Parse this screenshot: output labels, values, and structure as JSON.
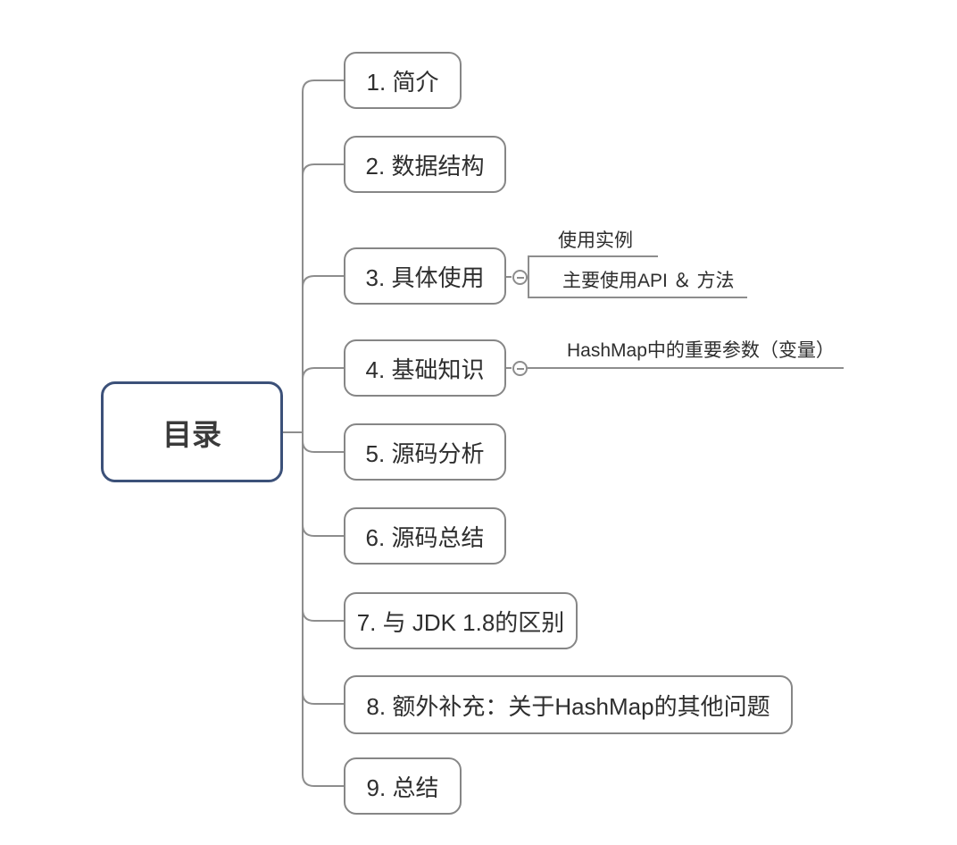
{
  "root": {
    "label": "目录"
  },
  "topics": [
    {
      "label": "1. 简介"
    },
    {
      "label": "2. 数据结构"
    },
    {
      "label": "3. 具体使用",
      "collapsed": false,
      "children": [
        {
          "label": "使用实例"
        },
        {
          "label": "主要使用API ＆ 方法"
        }
      ]
    },
    {
      "label": "4. 基础知识",
      "collapsed": false,
      "children": [
        {
          "label": "HashMap中的重要参数（变量）"
        }
      ]
    },
    {
      "label": "5. 源码分析"
    },
    {
      "label": "6. 源码总结"
    },
    {
      "label": "7. 与 JDK 1.8的区别"
    },
    {
      "label": "8. 额外补充：关于HashMap的其他问题"
    },
    {
      "label": "9. 总结"
    }
  ],
  "colors": {
    "branch_line": "#8d8d8d",
    "topic_border": "#868686",
    "root_border": "#3c5179",
    "text": "#2e2e2e",
    "background": "#ffffff"
  }
}
